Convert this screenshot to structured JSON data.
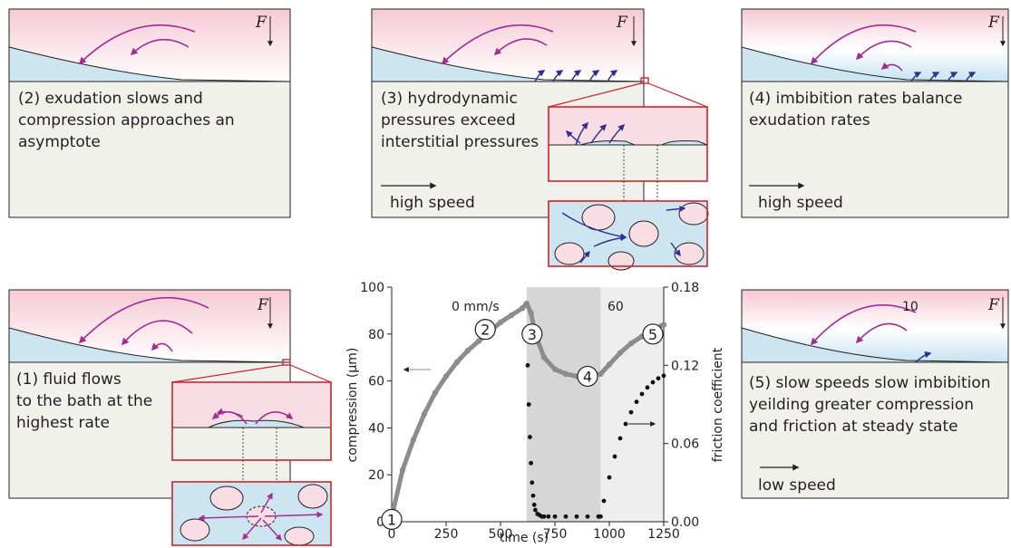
{
  "force_label": "F",
  "panels": {
    "p2": {
      "line1": "(2) exudation slows and",
      "line2": "compression approaches an",
      "line3": "asymptote"
    },
    "p3": {
      "line1": "(3) hydrodynamic",
      "line2": "pressures exceed",
      "line3": "interstitial pressures",
      "speed": "high speed"
    },
    "p4": {
      "line1": "(4) imbibition rates balance",
      "line2": "exudation rates",
      "speed": "high speed"
    },
    "p1": {
      "line1": "(1) fluid flows",
      "line2": "to the bath at the",
      "line3": "highest rate"
    },
    "p5": {
      "line1": "(5) slow speeds slow imbibition",
      "line2": "yeilding greater compression",
      "line3": "and friction at steady state",
      "speed": "low speed"
    }
  },
  "colors": {
    "pink": "#f9dde5",
    "blue": "#cce5f1",
    "gray": "#f1f1ec",
    "red": "#d2232a",
    "magenta": "#a32b93",
    "navy": "#2e3192",
    "curve_gray": "#8c8c8c",
    "shade_dark": "#d6d6d6",
    "shade_light": "#eeeeee"
  },
  "chart_data": {
    "type": "scatter",
    "xlabel": "time (s)",
    "ylabel": "compression (μm)",
    "y2label": "friction coefficient",
    "xlim": [
      0,
      1250
    ],
    "ylim": [
      0,
      100
    ],
    "y2lim": [
      0,
      0.18
    ],
    "xticks": [
      "0",
      "250",
      "500",
      "750",
      "1000",
      "1250"
    ],
    "yticks": [
      "0",
      "20",
      "40",
      "60",
      "80",
      "100"
    ],
    "y2ticks": [
      "0.00",
      "0.06",
      "0.12",
      "0.18"
    ],
    "speed_labels": [
      "0 mm/s",
      "60",
      "10"
    ],
    "phase_markers": [
      {
        "label": "1",
        "x": 0,
        "y": 1
      },
      {
        "label": "2",
        "x": 430,
        "y": 82
      },
      {
        "label": "3",
        "x": 645,
        "y": 80
      },
      {
        "label": "4",
        "x": 900,
        "y": 62
      },
      {
        "label": "5",
        "x": 1200,
        "y": 80
      }
    ],
    "shaded_regions": [
      {
        "from": 620,
        "to": 960,
        "shade": "dark"
      },
      {
        "from": 960,
        "to": 1250,
        "shade": "light"
      }
    ],
    "series": [
      {
        "name": "compression",
        "axis": "left",
        "x": [
          0,
          50,
          100,
          150,
          200,
          250,
          300,
          350,
          400,
          450,
          500,
          550,
          600,
          620,
          640,
          660,
          700,
          750,
          800,
          850,
          900,
          960,
          1000,
          1050,
          1100,
          1150,
          1200,
          1250
        ],
        "y": [
          2,
          22,
          35,
          46,
          55,
          62,
          68,
          73,
          77,
          81,
          85,
          88,
          91,
          93,
          89,
          80,
          70,
          65,
          63,
          62,
          62,
          63,
          67,
          72,
          76,
          79,
          82,
          84
        ]
      },
      {
        "name": "friction",
        "axis": "right",
        "x": [
          625,
          630,
          635,
          640,
          645,
          650,
          655,
          660,
          670,
          680,
          690,
          700,
          720,
          750,
          800,
          850,
          900,
          950,
          960,
          975,
          1000,
          1025,
          1050,
          1075,
          1100,
          1125,
          1150,
          1175,
          1200,
          1225,
          1250
        ],
        "y": [
          0.12,
          0.09,
          0.065,
          0.045,
          0.03,
          0.02,
          0.013,
          0.009,
          0.006,
          0.005,
          0.004,
          0.004,
          0.004,
          0.004,
          0.004,
          0.004,
          0.004,
          0.004,
          0.004,
          0.016,
          0.034,
          0.05,
          0.064,
          0.075,
          0.084,
          0.092,
          0.098,
          0.103,
          0.107,
          0.11,
          0.112
        ]
      }
    ]
  }
}
